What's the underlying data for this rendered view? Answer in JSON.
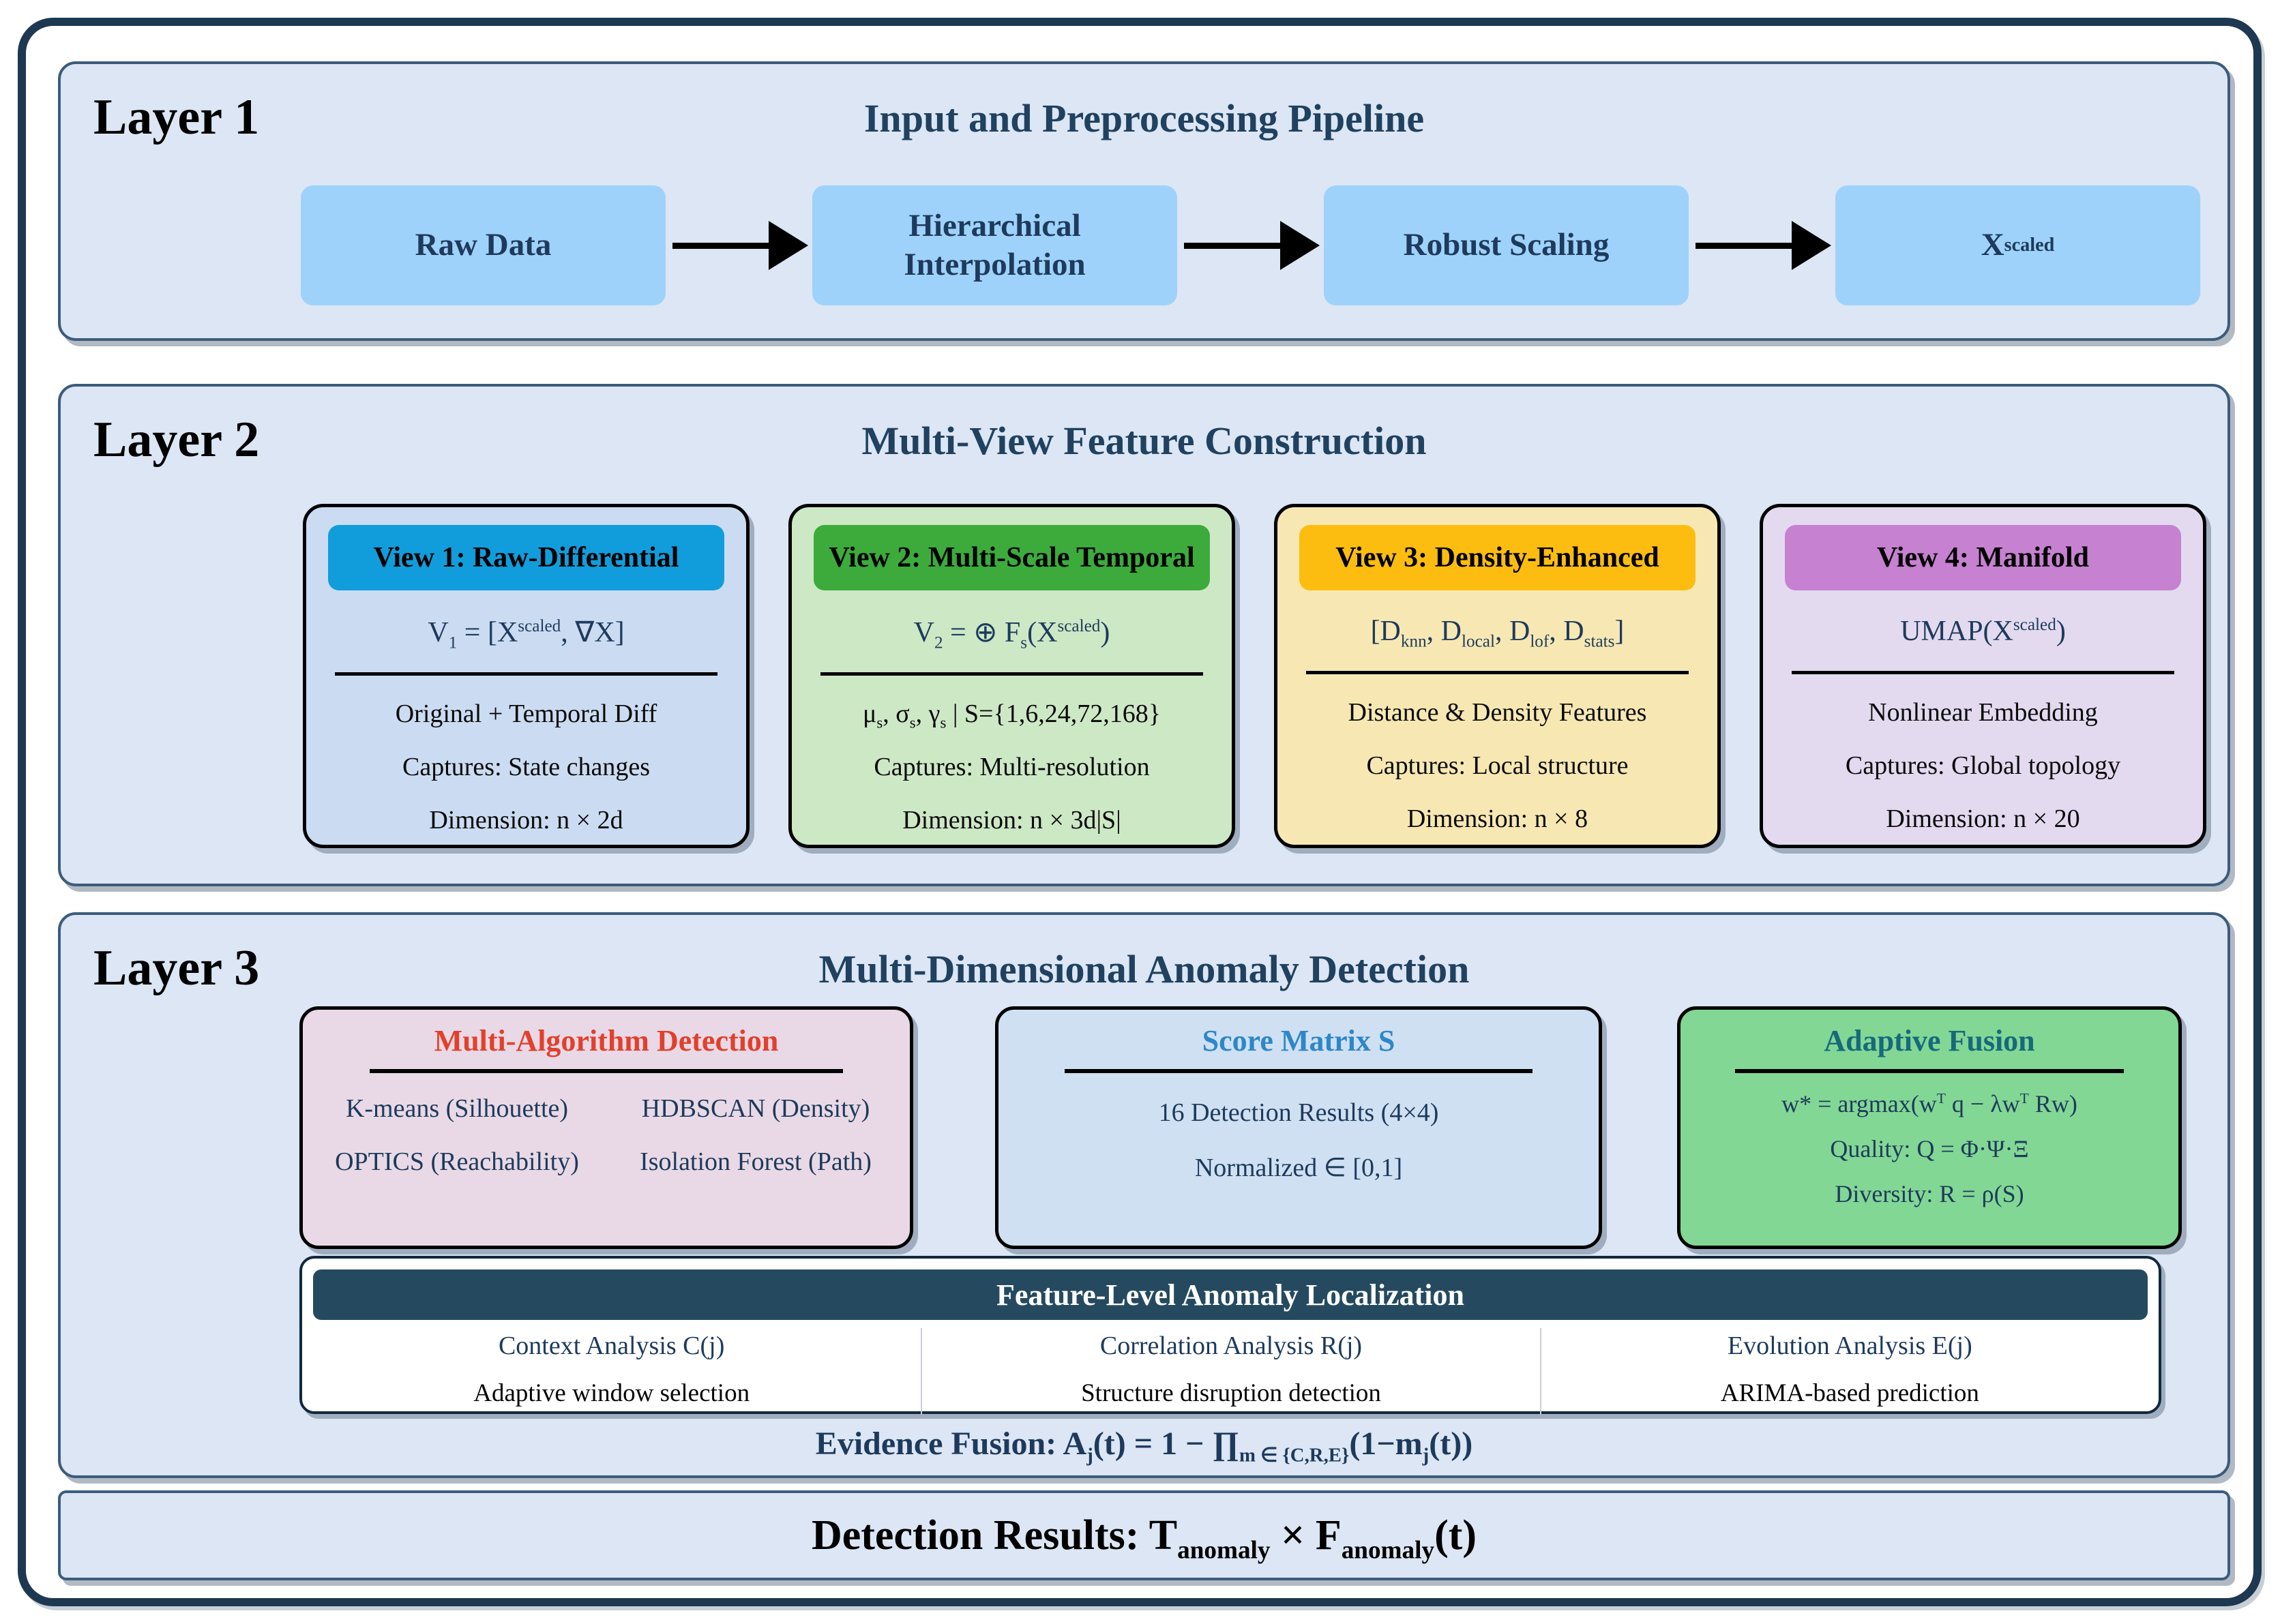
{
  "palette": {
    "frame_border": "#1d3850",
    "panel_fill": "#dce6f4",
    "panel_border": "#3d5c7c",
    "flow_box_fill": "#9ed2fa",
    "text_navy": "#1e3a5c",
    "title_navy": "#20415f",
    "localization_bar_fill": "#254a60"
  },
  "layer1": {
    "label": "Layer 1",
    "title": "Input and Preprocessing Pipeline",
    "nodes": [
      {
        "label": "Raw Data"
      },
      {
        "label": "Hierarchical Interpolation"
      },
      {
        "label": "Robust Scaling"
      },
      {
        "label": "X<sup>scaled</sup>"
      }
    ]
  },
  "layer2": {
    "label": "Layer 2",
    "title": "Multi-View Feature Construction",
    "views": [
      {
        "header": "View 1: Raw-Differential",
        "header_fill": "#119ddb",
        "card_fill": "#cbdcf2",
        "formula": "V<sub>1</sub> = [X<sup>scaled</sup>, ∇X]",
        "desc": "Original + Temporal Diff",
        "captures": "Captures: State changes",
        "dimension": "Dimension: n × 2d"
      },
      {
        "header": "View 2: Multi-Scale Temporal",
        "header_fill": "#3cab3c",
        "card_fill": "#cde8c5",
        "formula": "V<sub>2</sub> = ⊕ F<sub>s</sub>(X<sup>scaled</sup>)",
        "desc": "μ<sub>s</sub>, σ<sub>s</sub>, γ<sub>s</sub> | S={1,6,24,72,168}",
        "captures": "Captures: Multi-resolution",
        "dimension": "Dimension: n × 3d|S|"
      },
      {
        "header": "View 3: Density-Enhanced",
        "header_fill": "#fdbd10",
        "card_fill": "#f7e8b3",
        "formula": "[D<sub>knn</sub>, D<sub>local</sub>, D<sub>lof</sub>, D<sub>stats</sub>]",
        "desc": "Distance & Density Features",
        "captures": "Captures: Local structure",
        "dimension": "Dimension: n × 8"
      },
      {
        "header": "View 4: Manifold",
        "header_fill": "#c681d1",
        "card_fill": "#e3daf0",
        "formula": "UMAP(X<sup>scaled</sup>)",
        "desc": "Nonlinear Embedding",
        "captures": "Captures: Global topology",
        "dimension": "Dimension: n × 20"
      }
    ]
  },
  "layer3": {
    "label": "Layer 3",
    "title": "Multi-Dimensional Anomaly Detection",
    "multi_algorithm": {
      "header": "Multi-Algorithm Detection",
      "header_color": "#e2402c",
      "fill": "#e9d9e6",
      "cells": [
        "K-means (Silhouette)",
        "HDBSCAN (Density)",
        "OPTICS (Reachability)",
        "Isolation Forest (Path)"
      ]
    },
    "score_matrix": {
      "header": "Score Matrix S",
      "header_color": "#2d87c8",
      "fill": "#cfe0f3",
      "line1": "16 Detection Results (4×4)",
      "line2": "Normalized ∈ [0,1]"
    },
    "adaptive_fusion": {
      "header": "Adaptive Fusion",
      "header_color": "#17697b",
      "fill": "#82d795",
      "line1": "w* = argmax(w<sup>T</sup> q − λw<sup>T</sup> Rw)",
      "line2": "Quality: Q = Φ·Ψ·Ξ",
      "line3": "Diversity: R = ρ(S)"
    },
    "localization": {
      "header": "Feature-Level Anomaly Localization",
      "bar_fill": "#254a60",
      "columns": [
        {
          "title": "Context Analysis C(j)",
          "subtitle": "Adaptive window selection"
        },
        {
          "title": "Correlation Analysis R(j)",
          "subtitle": "Structure disruption detection"
        },
        {
          "title": "Evolution Analysis E(j)",
          "subtitle": "ARIMA-based prediction"
        }
      ]
    },
    "evidence_fusion": "Evidence Fusion: A<sub>j</sub>(t) = 1 − ∏<sub>m ∈ {C,R,E}</sub>(1−m<sub>j</sub>(t))"
  },
  "footer": {
    "text": "Detection Results: T<sub>anomaly</sub> × F<sub>anomaly</sub>(t)"
  }
}
